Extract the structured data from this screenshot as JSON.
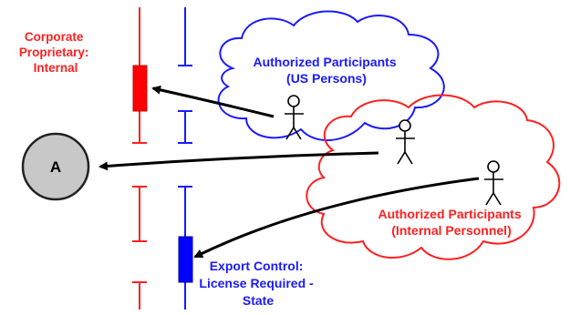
{
  "labels": {
    "corporate": [
      "Corporate",
      "Proprietary:",
      "Internal"
    ],
    "export": [
      "Export Control:",
      "License Required -",
      "State"
    ],
    "us_cloud": [
      "Authorized Participants",
      "(US Persons)"
    ],
    "internal_cloud": [
      "Authorized Participants",
      "(Internal Personnel)"
    ],
    "circle": "A"
  },
  "colors": {
    "red": "#ff2020",
    "blue": "#1a1aff",
    "black": "#000000",
    "circle_fill": "#c8c8c8"
  },
  "icons": [
    "person-icon",
    "person-icon",
    "person-icon"
  ]
}
